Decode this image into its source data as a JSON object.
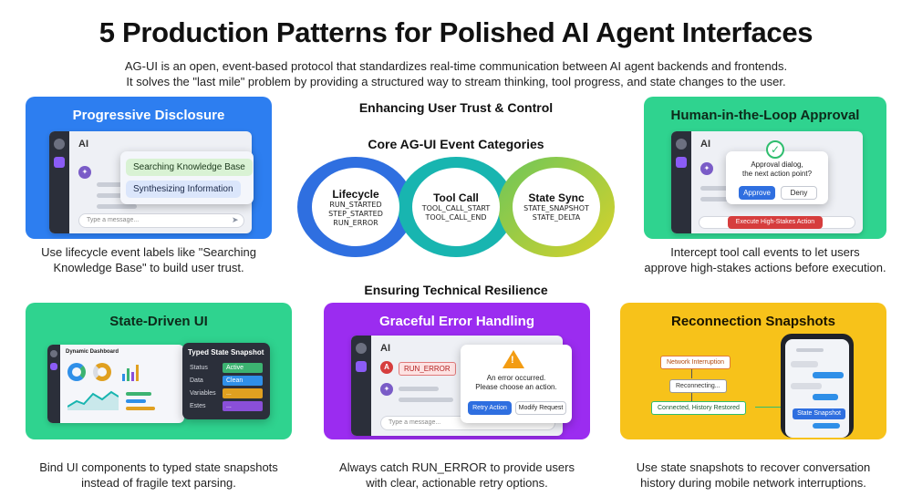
{
  "header": {
    "title": "5 Production Patterns for Polished AI Agent Interfaces",
    "subtitle_line1": "AG-UI is an open, event-based protocol that standardizes real-time communication between AI agent backends and frontends.",
    "subtitle_line2": "It solves the \"last mile\" problem by providing a structured way to stream thinking, tool progress, and state changes to the user."
  },
  "center": {
    "trust_label": "Enhancing User Trust & Control",
    "categories_label": "Core AG-UI Event Categories",
    "resilience_label": "Ensuring Technical Resilience",
    "rings": [
      {
        "title": "Lifecycle",
        "lines": [
          "RUN_STARTED",
          "STEP_STARTED",
          "RUN_ERROR"
        ],
        "color": "#2f6fe0"
      },
      {
        "title": "Tool Call",
        "lines": [
          "TOOL_CALL_START",
          "TOOL_CALL_END"
        ],
        "color": "#18b5b0"
      },
      {
        "title": "State Sync",
        "lines": [
          "STATE_SNAPSHOT",
          "STATE_DELTA"
        ],
        "color": "#a8c83a"
      }
    ]
  },
  "cards": {
    "progressive": {
      "title": "Progressive Disclosure",
      "ai": "AI",
      "pill1": "Searching Knowledge Base",
      "pill2": "Synthesizing Information",
      "placeholder": "Type a message...",
      "caption1": "Use lifecycle event labels like \"Searching",
      "caption2": "Knowledge Base\" to build user trust.",
      "color": "#2d7ef0"
    },
    "hitl": {
      "title": "Human-in-the-Loop Approval",
      "ai": "AI",
      "dialog1": "Approval dialog,",
      "dialog2": "the next action point?",
      "approve": "Approve",
      "deny": "Deny",
      "action": "Execute High-Stakes Action",
      "caption1": "Intercept tool call events to let users",
      "caption2": "approve high-stakes actions before execution.",
      "color": "#2fd38f"
    },
    "state": {
      "title": "State-Driven UI",
      "dashboard": "Dynamic Dashboard",
      "snapshot_title": "Typed State Snapshot",
      "rows": [
        {
          "key": "Status",
          "val": "Active",
          "color": "#3cb371"
        },
        {
          "key": "Data",
          "val": "Clean",
          "color": "#2f8fe8"
        },
        {
          "key": "Variables",
          "val": "...",
          "color": "#e0a020"
        },
        {
          "key": "Estes",
          "val": "...",
          "color": "#8a4fd8"
        }
      ],
      "caption1": "Bind UI components to typed state snapshots",
      "caption2": "instead of fragile text parsing.",
      "color": "#2fd38f"
    },
    "error": {
      "title": "Graceful Error Handling",
      "ai": "AI",
      "run_error": "RUN_ERROR",
      "msg1": "An error occurred.",
      "msg2": "Please choose an action.",
      "retry": "Retry Action",
      "modify": "Modify Request",
      "placeholder": "Type a message...",
      "caption1": "Always catch RUN_ERROR to provide users",
      "caption2": "with clear, actionable retry options.",
      "color": "#9b2cf0"
    },
    "reconnect": {
      "title": "Reconnection Snapshots",
      "net": "Network Interruption",
      "reconnecting": "Reconnecting...",
      "restored": "Connected, History Restored",
      "snapshot": "State Snapshot",
      "caption1": "Use state snapshots to recover conversation",
      "caption2": "history during mobile network interruptions.",
      "color": "#f7c21a"
    }
  }
}
